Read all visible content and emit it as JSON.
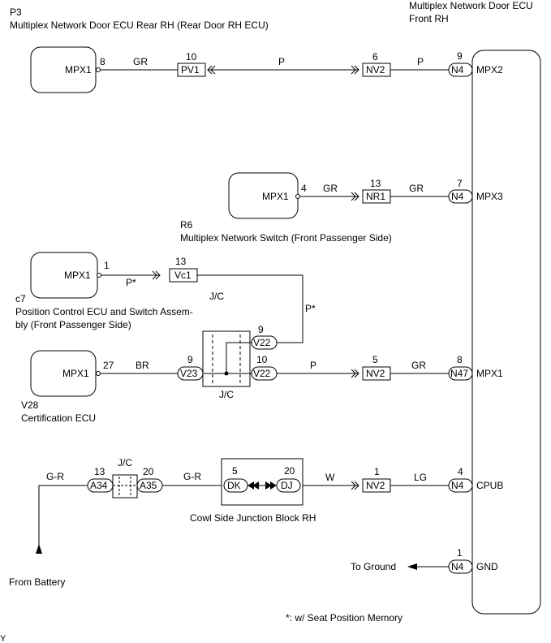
{
  "components": {
    "rear_rh": {
      "code": "P3",
      "name": "Multiplex Network Door ECU Rear RH (Rear Door RH ECU)",
      "pin_label": "MPX1",
      "pin_no": "8"
    },
    "front_rh": {
      "name_line1": "Multiplex Network Door ECU",
      "name_line2": "Front RH"
    },
    "switch": {
      "code": "R6",
      "name": "Multiplex Network Switch (Front Passenger Side)",
      "pin_label": "MPX1",
      "pin_no": "4"
    },
    "position_ecu": {
      "code": "c7",
      "name_line1": "Position Control ECU and Switch Assem-",
      "name_line2": "bly (Front Passenger Side)",
      "pin_label": "MPX1",
      "pin_no": "1"
    },
    "cert_ecu": {
      "code": "V28",
      "name": "Certification ECU",
      "pin_label": "MPX1",
      "pin_no": "27"
    },
    "cowl_block": {
      "name": "Cowl Side Junction Block RH"
    }
  },
  "ecu_pins": {
    "mpx2": {
      "label": "MPX2",
      "pin": "9",
      "connector": "N4"
    },
    "mpx3": {
      "label": "MPX3",
      "pin": "7",
      "connector": "N4"
    },
    "mpx1": {
      "label": "MPX1",
      "pin": "8",
      "connector": "N47"
    },
    "cpub": {
      "label": "CPUB",
      "pin": "4",
      "connector": "N4"
    },
    "gnd": {
      "label": "GND",
      "pin": "1",
      "connector": "N4"
    }
  },
  "connectors": {
    "pv1": {
      "label": "PV1",
      "pin": "10"
    },
    "nv2_a": {
      "label": "NV2",
      "pin": "6"
    },
    "nr1": {
      "label": "NR1",
      "pin": "13"
    },
    "vc1": {
      "label": "Vc1",
      "pin": "13"
    },
    "v22_top": {
      "label": "V22",
      "pin": "9"
    },
    "v22_bot": {
      "label": "V22",
      "pin": "10"
    },
    "v23": {
      "label": "V23",
      "pin": "9"
    },
    "nv2_b": {
      "label": "NV2",
      "pin": "5"
    },
    "a34": {
      "label": "A34",
      "pin": "13"
    },
    "a35": {
      "label": "A35",
      "pin": "20"
    },
    "dk": {
      "label": "DK",
      "pin": "5"
    },
    "dj": {
      "label": "DJ",
      "pin": "20"
    },
    "nv2_c": {
      "label": "NV2",
      "pin": "1"
    }
  },
  "wires": {
    "gr_rear": "GR",
    "p_rear1": "P",
    "p_rear2": "P",
    "gr_sw1": "GR",
    "gr_sw2": "GR",
    "p_star_a": "P*",
    "p_star_b": "P*",
    "br": "BR",
    "p_mid": "P",
    "gr_mid": "GR",
    "g_r_left": "G-R",
    "g_r_mid": "G-R",
    "w": "W",
    "lg": "LG"
  },
  "jc_labels": {
    "jc_upper": "J/C",
    "jc_box": "J/C",
    "jc_small": "J/C"
  },
  "labels": {
    "from_battery": "From Battery",
    "to_ground": "To Ground",
    "footnote": "*: w/ Seat Position Memory",
    "corner_mark": "Y"
  }
}
